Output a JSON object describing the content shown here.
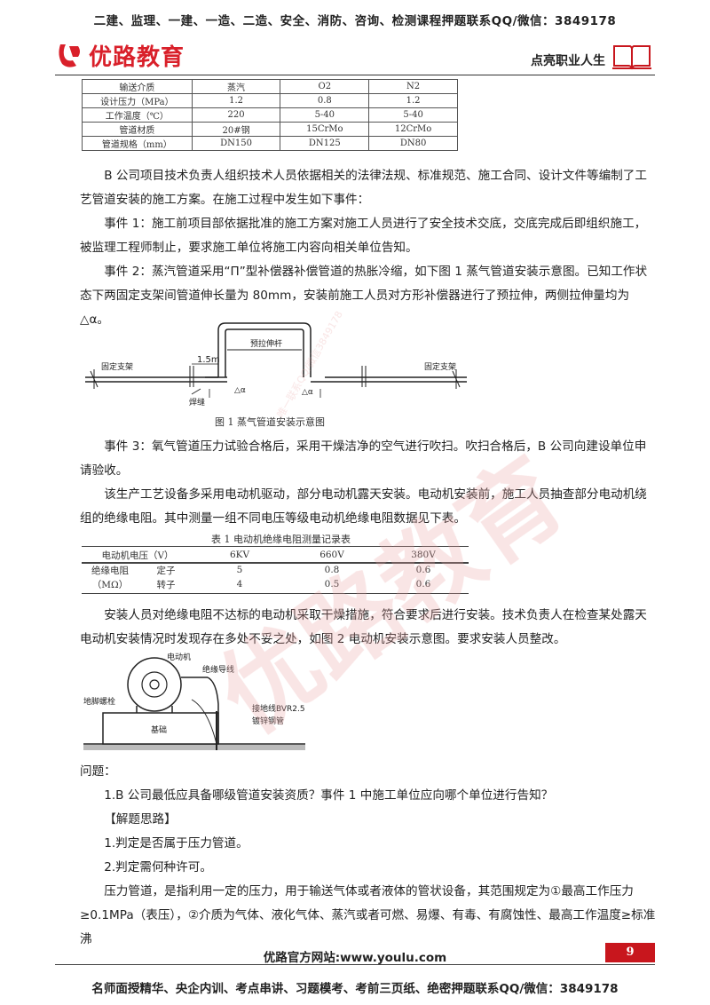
{
  "header": {
    "banner": "二建、监理、一建、一造、二造、安全、消防、咨询、检测课程押题联系QQ/微信：3849178",
    "logo_text": "优路教育",
    "slogan": "点亮职业人生"
  },
  "spec_table": {
    "rows": [
      [
        "输送介质",
        "蒸汽",
        "O2",
        "N2"
      ],
      [
        "设计压力（MPa）",
        "1.2",
        "0.8",
        "1.2"
      ],
      [
        "工作温度（℃）",
        "220",
        "5-40",
        "5-40"
      ],
      [
        "管道材质",
        "20#钢",
        "15CrMo",
        "12CrMo"
      ],
      [
        "管道规格（mm）",
        "DN150",
        "DN125",
        "DN80"
      ]
    ]
  },
  "paragraphs": {
    "p1": "B 公司项目技术负责人组织技术人员依据相关的法律法规、标准规范、施工合同、设计文件等编制了工艺管道安装的施工方案。在施工过程中发生如下事件：",
    "p2": "事件 1：施工前项目部依据批准的施工方案对施工人员进行了安全技术交底，交底完成后即组织施工，被监理工程师制止，要求施工单位将施工内容向相关单位告知。",
    "p3": "事件 2：蒸汽管道采用“Π”型补偿器补偿管道的热胀冷缩，如下图 1 蒸气管道安装示意图。已知工作状态下两固定支架间管道伸长量为 80mm，安装前施工人员对方形补偿器进行了预拉伸，两侧拉伸量均为△α。",
    "p4": "事件 3：氧气管道压力试验合格后，采用干燥洁净的空气进行吹扫。吹扫合格后，B 公司向建设单位申请验收。",
    "p5": "该生产工艺设备多采用电动机驱动，部分电动机露天安装。电动机安装前，施工人员抽查部分电动机绕组的绝缘电阻。其中测量一组不同电压等级电动机绝缘电阻数据见下表。",
    "p6": "安装人员对绝缘电阻不达标的电动机采取干燥措施，符合要求后进行安装。技术负责人在检查某处露天电动机安装情况时发现存在多处不妥之处，如图 2 电动机安装示意图。要求安装人员整改。",
    "q_label": "问题：",
    "q1": "1.B 公司最低应具备哪级管道安装资质？事件 1 中施工单位应向哪个单位进行告知？",
    "hint_title": "【解题思路】",
    "hint1": "1.判定是否属于压力管道。",
    "hint2": "2.判定需何种许可。",
    "p7": "压力管道，是指利用一定的压力，用于输送气体或者液体的管状设备，其范围规定为①最高工作压力≥0.1MPa（表压），②介质为气体、液化气体、蒸汽或者可燃、易爆、有毒、有腐蚀性、最高工作温度≥标准沸"
  },
  "figure1": {
    "caption": "图 1  蒸气管道安装示意图",
    "left_support": "固定支架",
    "right_support": "固定支架",
    "dim_15": "1.5m",
    "weld": "焊缝",
    "prestretch": "预拉伸杆",
    "delta_left": "△α",
    "delta_right": "△α"
  },
  "motor_table": {
    "title": "表 1  电动机绝缘电阻测量记录表",
    "header": [
      "电动机电压（V）",
      "6KV",
      "660V",
      "380V"
    ],
    "row_label": "绝缘电阻",
    "unit_label": "（MΩ）",
    "stator": "定子",
    "rotor": "转子",
    "stator_values": [
      "5",
      "0.8",
      "0.6"
    ],
    "rotor_values": [
      "4",
      "0.5",
      "0.6"
    ]
  },
  "figure2": {
    "motor": "电动机",
    "wire": "绝缘导线",
    "bolt": "地脚螺栓",
    "ground_wire": "接地线BVR2.5",
    "pipe": "镀锌钢管",
    "base": "基础"
  },
  "footer": {
    "site": "优路官方网站:www.youlu.com",
    "page": "9",
    "banner": "名师面授精华、央企内训、考点串讲、习题模考、考前三页纸、绝密押题联系QQ/微信：3849178"
  },
  "watermark": {
    "phone": "唯一联系QQ/微信3849178"
  },
  "colors": {
    "brand_red": "#d9202a",
    "page_badge": "#c8161d"
  }
}
